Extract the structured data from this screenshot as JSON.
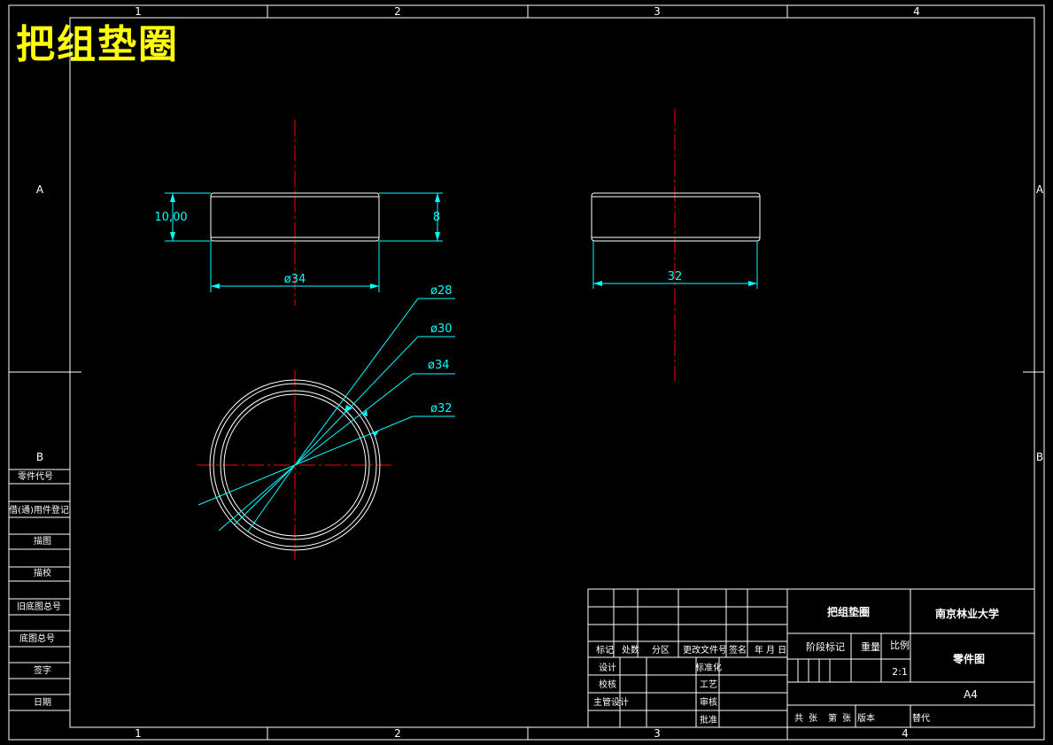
{
  "title": "把组垫圈",
  "colors": {
    "border": "#ffffff",
    "dimension": "#00ffff",
    "centerline": "#ff0000",
    "title": "#ffff00",
    "background": "#000000"
  },
  "zones": {
    "columns": [
      "1",
      "2",
      "3",
      "4"
    ],
    "rows": [
      "A",
      "B"
    ]
  },
  "dimensions": {
    "front_height": "10,00",
    "front_height_right": "8",
    "front_diameter": "ø34",
    "side_width": "32",
    "circle_d1": "ø28",
    "circle_d2": "ø30",
    "circle_d3": "ø34",
    "circle_d4": "ø32"
  },
  "left_table": [
    "零件代号",
    "借(通)用件登记",
    "描图",
    "描校",
    "旧底图总号",
    "底图总号",
    "签字",
    "日期"
  ],
  "revision_table": {
    "header": [
      "标记",
      "处数",
      "分区",
      "更改文件号",
      "签名",
      "年 月 日"
    ],
    "rows": [
      [
        "设计",
        "",
        "标准化",
        ""
      ],
      [
        "校核",
        "",
        "工艺",
        ""
      ],
      [
        "主管设计",
        "",
        "审核",
        ""
      ],
      [
        "",
        "",
        "批准",
        ""
      ]
    ]
  },
  "title_block": {
    "part_name": "把组垫圈",
    "org": "南京林业大学",
    "stage_label": "阶段标记",
    "weight_label": "重量",
    "scale_label": "比例",
    "scale_value": "2:1",
    "drawing_type": "零件图",
    "sheet_size": "A4",
    "sheets_total": "共",
    "sheets_label": "张",
    "sheet_no": "第",
    "sheet_no_label": "张",
    "version": "版本",
    "replace": "替代"
  }
}
